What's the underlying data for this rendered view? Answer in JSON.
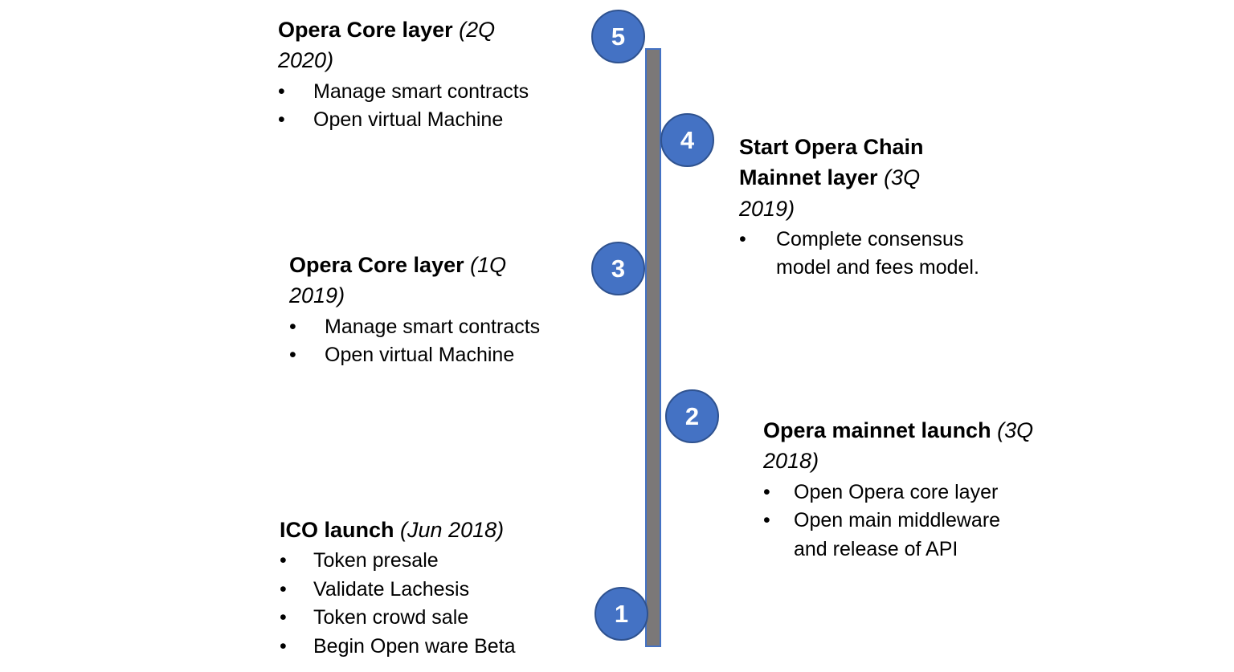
{
  "diagram": {
    "type": "vertical-timeline",
    "colors": {
      "marker_fill": "#4472C4",
      "marker_stroke": "#2F528F",
      "marker_text": "#FFFFFF",
      "spine_fill": "#7B7878",
      "spine_stroke": "#4472C4",
      "background": "#FFFFFF",
      "text": "#000000"
    },
    "milestones": [
      {
        "number": "5",
        "side": "left",
        "title_bold": "Opera Core layer ",
        "title_italic": "(2Q 2020)",
        "bullets": [
          "Manage smart contracts",
          "Open virtual Machine"
        ]
      },
      {
        "number": "4",
        "side": "right",
        "title_bold": "Start Opera Chain Mainnet layer ",
        "title_italic": "(3Q 2019)",
        "bullets": [
          "Complete consensus model and fees model."
        ]
      },
      {
        "number": "3",
        "side": "left",
        "title_bold": "Opera Core layer ",
        "title_italic": "(1Q 2019)",
        "bullets": [
          "Manage smart contracts",
          "Open virtual Machine"
        ]
      },
      {
        "number": "2",
        "side": "right",
        "title_bold": "Opera mainnet launch ",
        "title_italic": "(3Q 2018)",
        "bullets": [
          "Open Opera core layer",
          "Open main middleware and release of API"
        ]
      },
      {
        "number": "1",
        "side": "left",
        "title_bold": "ICO launch ",
        "title_italic": "(Jun 2018)",
        "bullets": [
          "Token presale",
          "Validate Lachesis",
          "Token crowd sale",
          "Begin Open ware Beta"
        ]
      }
    ]
  }
}
